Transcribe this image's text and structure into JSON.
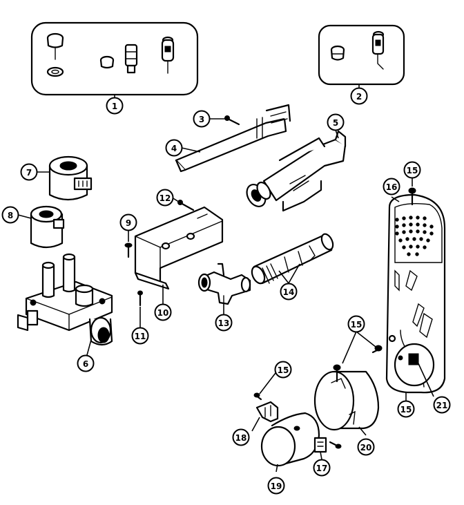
{
  "callouts": [
    {
      "id": "c1",
      "label": "1"
    },
    {
      "id": "c2",
      "label": "2"
    },
    {
      "id": "c3",
      "label": "3"
    },
    {
      "id": "c4",
      "label": "4"
    },
    {
      "id": "c5",
      "label": "5"
    },
    {
      "id": "c6",
      "label": "6"
    },
    {
      "id": "c7",
      "label": "7"
    },
    {
      "id": "c8",
      "label": "8"
    },
    {
      "id": "c9",
      "label": "9"
    },
    {
      "id": "c10",
      "label": "10"
    },
    {
      "id": "c11",
      "label": "11"
    },
    {
      "id": "c12",
      "label": "12"
    },
    {
      "id": "c13",
      "label": "13"
    },
    {
      "id": "c14",
      "label": "14"
    },
    {
      "id": "c15a",
      "label": "15"
    },
    {
      "id": "c15b",
      "label": "15"
    },
    {
      "id": "c15c",
      "label": "15"
    },
    {
      "id": "c15d",
      "label": "15"
    },
    {
      "id": "c16",
      "label": "16"
    },
    {
      "id": "c17",
      "label": "17"
    },
    {
      "id": "c18",
      "label": "18"
    },
    {
      "id": "c19",
      "label": "19"
    },
    {
      "id": "c20",
      "label": "20"
    },
    {
      "id": "c21",
      "label": "21"
    }
  ]
}
